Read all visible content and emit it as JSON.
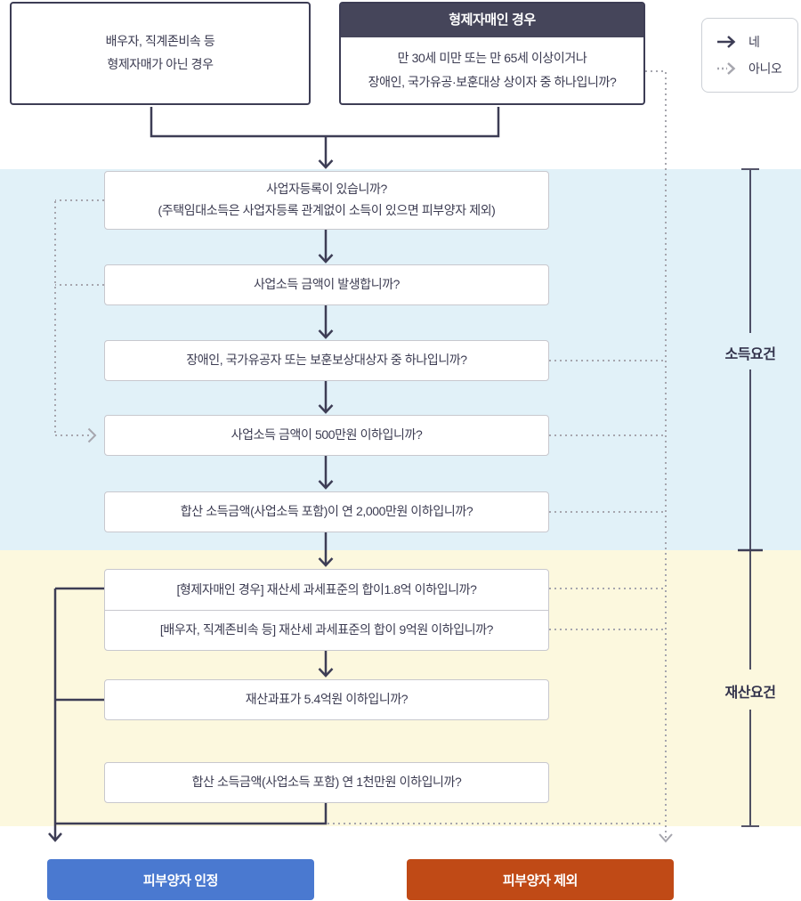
{
  "legend": {
    "yes_label": "네",
    "no_label": "아니오"
  },
  "top": {
    "non_sibling_box": {
      "line1": "배우자, 직계존비속 등",
      "line2": "형제자매가 아닌 경우"
    },
    "sibling_box": {
      "header": "형제자매인 경우",
      "line1": "만 30세 미만 또는 만 65세 이상이거나",
      "line2": "장애인, 국가유공·보훈대상 상이자 중 하나입니까?"
    }
  },
  "flow": {
    "business_registration": {
      "line1": "사업자등록이 있습니까?",
      "line2": "(주택임대소득은 사업자등록 관계없이 소득이 있으면 피부양자 제외)"
    },
    "business_income_exists": "사업소득 금액이 발생합니까?",
    "disabled_or_veteran": "장애인, 국가유공자 또는 보훈보상대상자 중 하나입니까?",
    "business_income_under_5m": "사업소득 금액이 500만원 이하입니까?",
    "total_income_under_20m": "합산 소득금액(사업소득 포함)이 연 2,000만원 이하입니까?",
    "property_sibling_under_180m": "[형제자매인 경우] 재산세 과세표준의 합이1.8억 이하입니까?",
    "property_spouse_under_900m": "[배우자, 직계존비속 등] 재산세 과세표준의 합이 9억원 이하입니까?",
    "property_base_under_540m": "재산과표가 5.4억원 이하입니까?",
    "total_income_under_10m": "합산 소득금액(사업소득 포함) 연 1천만원 이하입니까?"
  },
  "sections": {
    "income": "소득요건",
    "property": "재산요건"
  },
  "results": {
    "accepted": "피부양자 인정",
    "excluded": "피부양자 제외"
  },
  "colors": {
    "accept_button": "#4a79d0",
    "exclude_button": "#c04a16",
    "income_section_bg": "#e1f1f8",
    "property_section_bg": "#fcf8de",
    "solid_line": "#3d3d55",
    "dotted_line": "#a6a6ae"
  }
}
